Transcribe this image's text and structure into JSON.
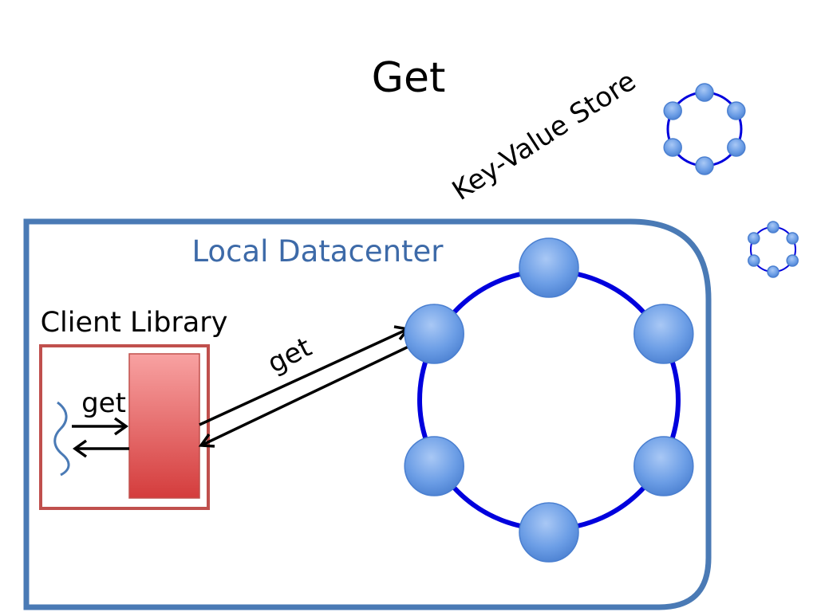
{
  "slide": {
    "title": "Get",
    "key_value_store_label": "Key-Value Store",
    "datacenter_label": "Local Datacenter",
    "client_library_label": "Client Library",
    "inner_get_label": "get",
    "outer_get_label": "get"
  },
  "colors": {
    "datacenter_border": "#4a7ab5",
    "ring": "#0000dd",
    "node_fill": "#6c9ee6",
    "client_box": "#c0504d",
    "client_block_top": "#f59a9a",
    "client_block_bottom": "#d43c3c",
    "arrow": "#000000",
    "thread": "#4a7ab5"
  }
}
